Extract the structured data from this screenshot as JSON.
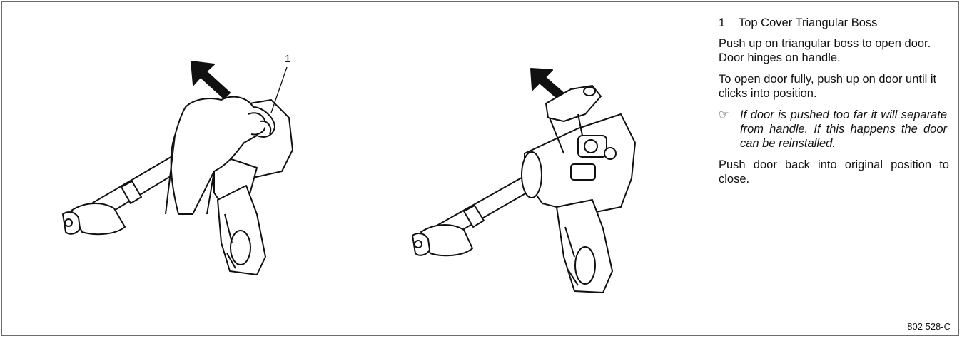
{
  "legend": {
    "number": "1",
    "label": "Top Cover Triangular Boss"
  },
  "figure": {
    "callout": "1"
  },
  "paragraphs": [
    "Push up on triangular boss to open door. Door hinges on handle.",
    "To open door fully, push up on door until it clicks into position."
  ],
  "note": {
    "icon": "pointing-hand-icon",
    "glyph": "☞",
    "text": "If door is pushed too far it will separate from handle. If this happens the door can be reinstalled."
  },
  "closing": "Push door back into original position to close.",
  "doc_number": "802 528-C"
}
